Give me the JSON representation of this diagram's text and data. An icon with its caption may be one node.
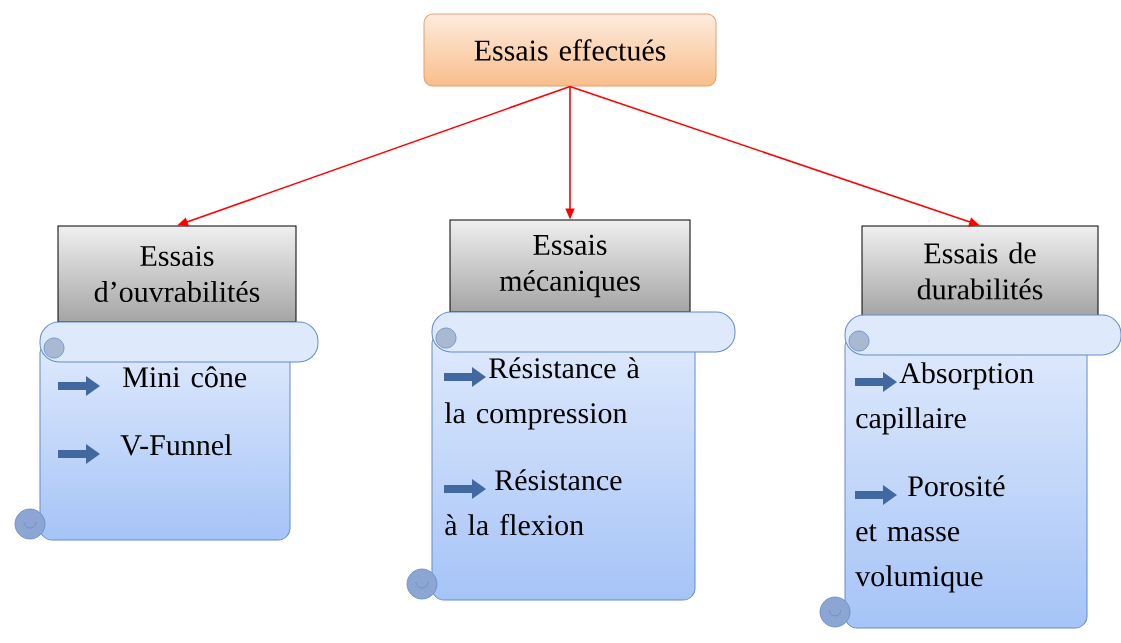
{
  "diagram": {
    "nodes": [
      {
        "text": [
          "Essais effectués"
        ]
      },
      {
        "text": [
          "Essais d’ouvrabilités"
        ]
      },
      {
        "text": [
          "Essais mécaniques"
        ]
      },
      {
        "text": [
          "Essais de durabilités"
        ]
      },
      {
        "text": [
          "Mini cône",
          "V-Funnel"
        ]
      },
      {
        "text": [
          "Résistance à la compression",
          "Résistance à la flexion"
        ]
      },
      {
        "text": [
          "Absorption capillaire",
          "Porosité et masse volumique"
        ]
      }
    ],
    "edges": [
      {
        "from": 0,
        "to": 1,
        "arrow": "to"
      },
      {
        "from": 0,
        "to": 2,
        "arrow": "to"
      },
      {
        "from": 0,
        "to": 3,
        "arrow": "to"
      }
    ]
  }
}
